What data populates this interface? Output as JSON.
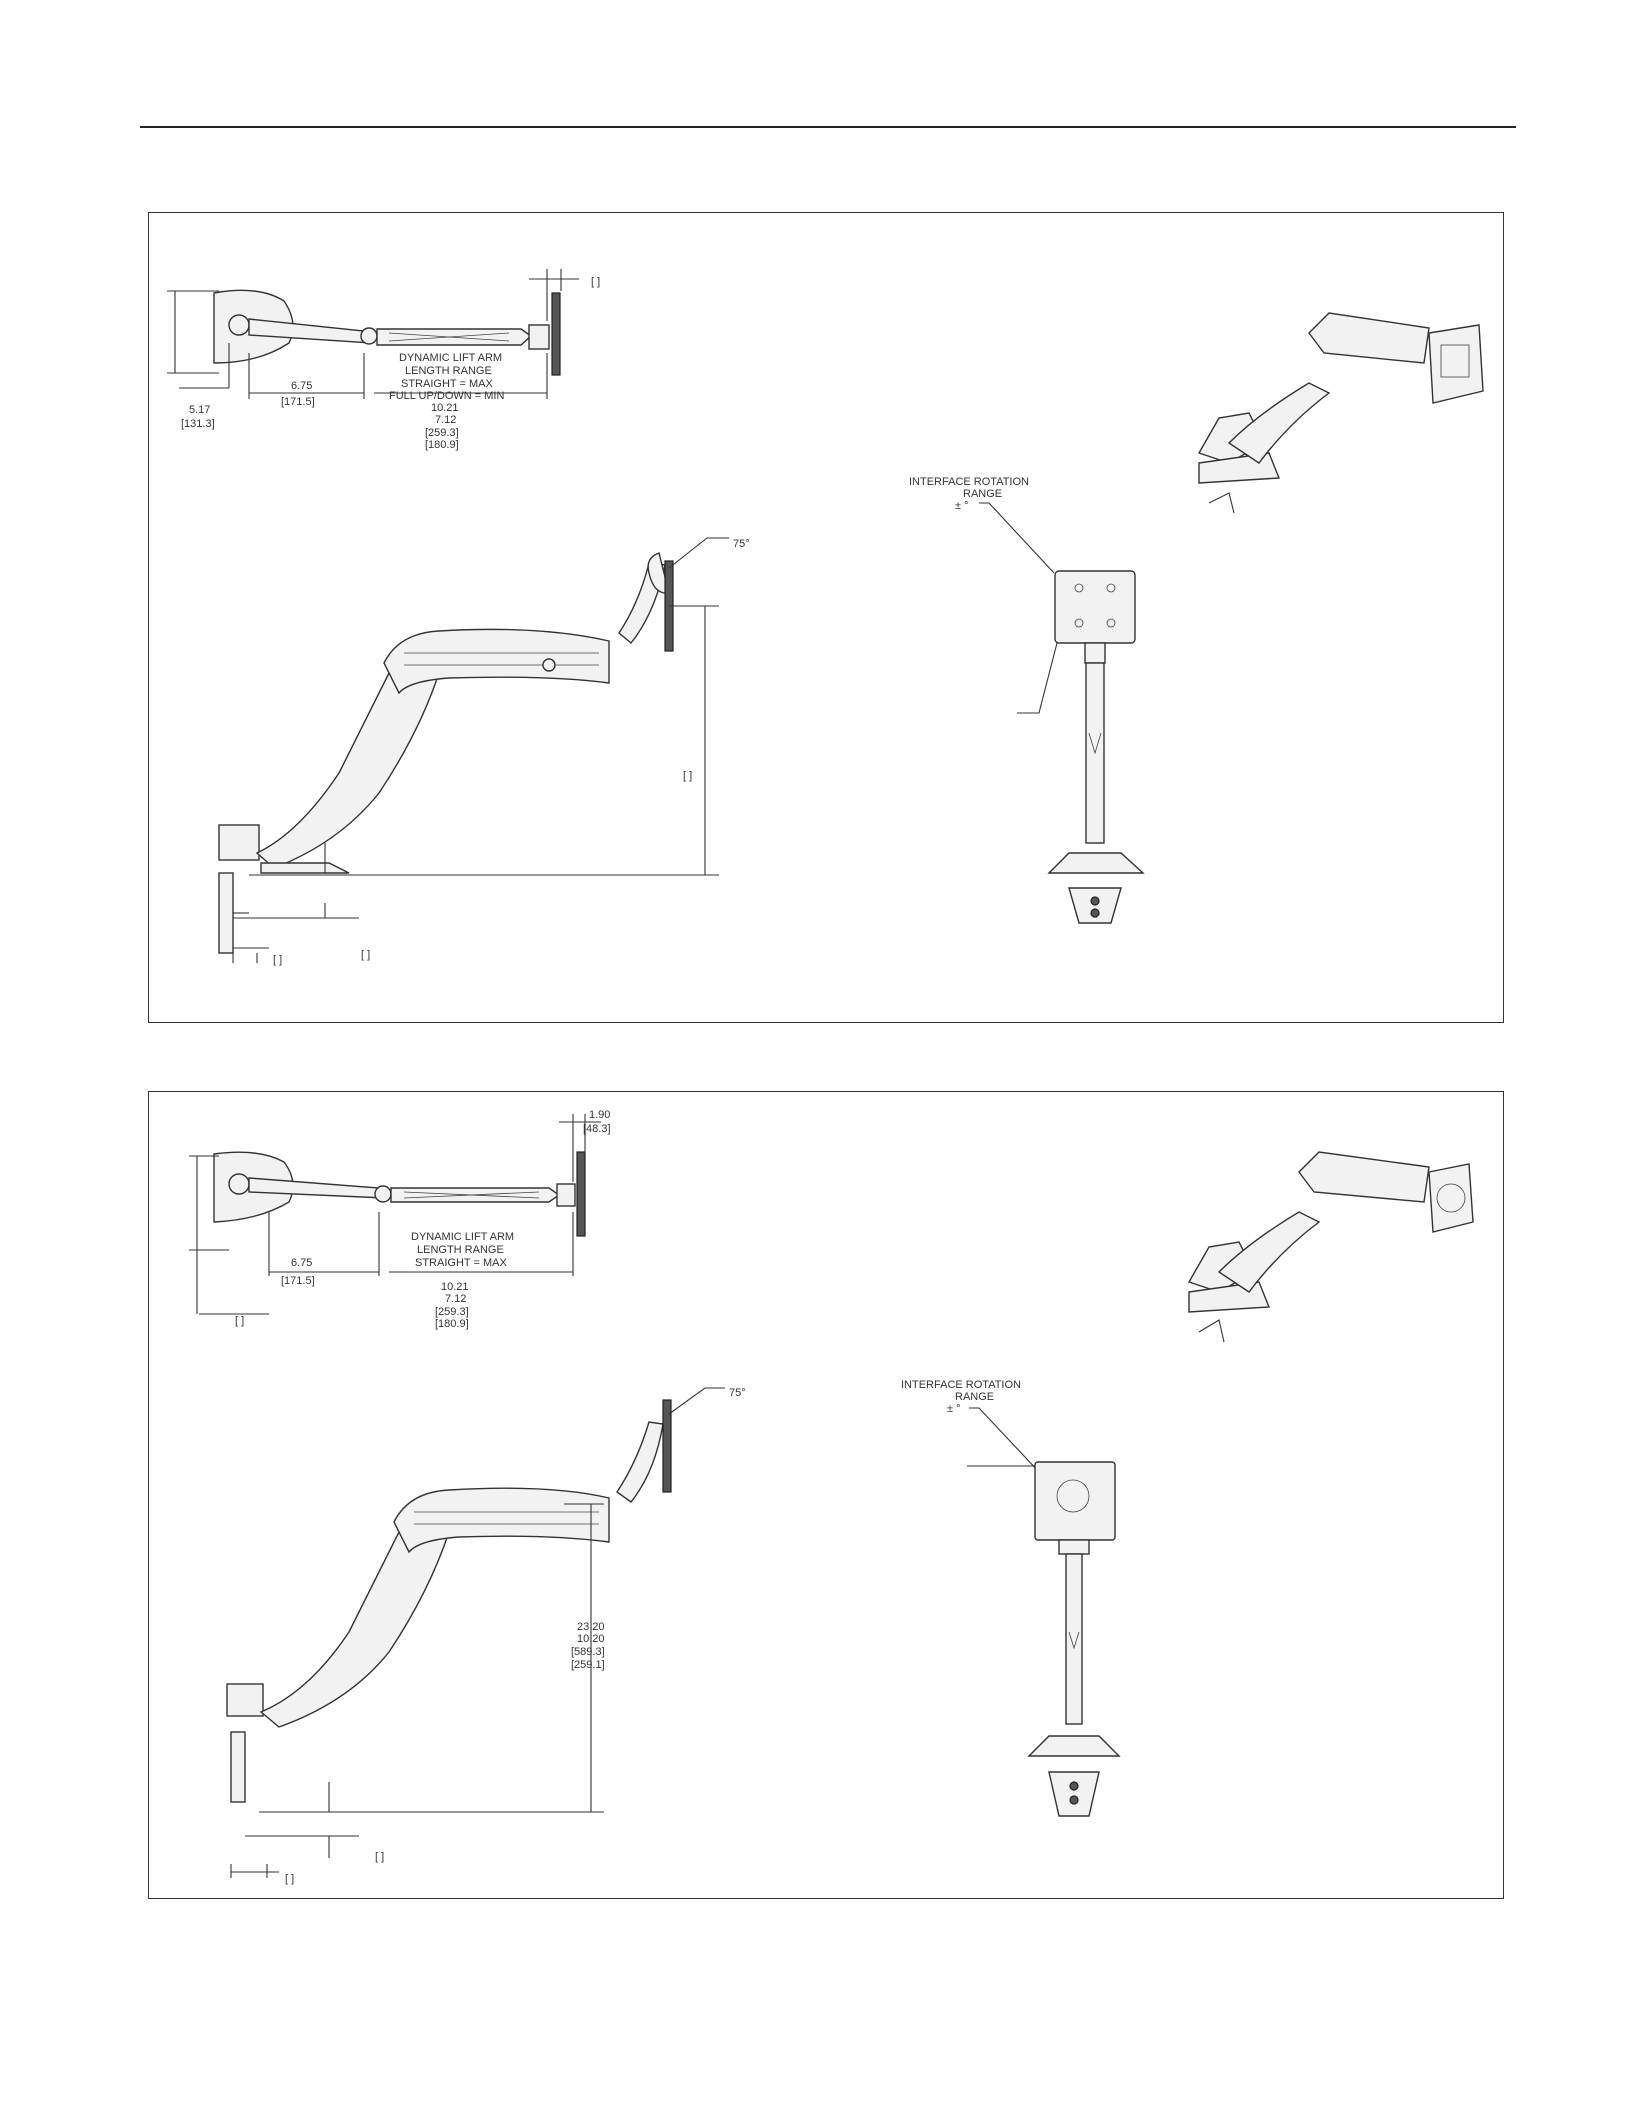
{
  "panels": [
    {
      "top_view": {
        "dim_depth": "5.17",
        "dim_depth_mm": "[131.3]",
        "dim_arm": "6.75",
        "dim_arm_mm": "[171.5]",
        "range_title_1": "DYNAMIC LIFT ARM",
        "range_title_2": "LENGTH RANGE",
        "range_note_1": "STRAIGHT = MAX",
        "range_note_2": "FULL UP/DOWN = MIN",
        "range_max": "10.21",
        "range_min": "7.12",
        "range_max_mm": "[259.3]",
        "range_min_mm": "[180.9]",
        "head_dim": "",
        "head_dim_mm": "[ ]"
      },
      "side_view": {
        "tilt": "75°",
        "height_mm": "[ ]",
        "clamp_mm_a": "[ ]",
        "clamp_mm_b": "[ ]"
      },
      "front_view": {
        "rotation_label_1": "INTERFACE ROTATION",
        "rotation_label_2": "RANGE",
        "rotation_value": "± °"
      }
    },
    {
      "top_view": {
        "dim_depth": "",
        "dim_depth_mm": "[ ]",
        "dim_arm": "6.75",
        "dim_arm_mm": "[171.5]",
        "range_title_1": "DYNAMIC LIFT ARM",
        "range_title_2": "LENGTH RANGE",
        "range_note_1": "STRAIGHT = MAX",
        "range_max": "10.21",
        "range_min": "7.12",
        "range_max_mm": "[259.3]",
        "range_min_mm": "[180.9]",
        "head_dim": "1.90",
        "head_dim_mm": "[48.3]"
      },
      "side_view": {
        "tilt": "75°",
        "height_max": "23.20",
        "height_min": "10.20",
        "height_max_mm": "[589.3]",
        "height_min_mm": "[259.1]",
        "clamp_mm_a": "[ ]",
        "clamp_mm_b": "[ ]"
      },
      "front_view": {
        "rotation_label_1": "INTERFACE ROTATION",
        "rotation_label_2": "RANGE",
        "rotation_value": "± °"
      }
    }
  ]
}
